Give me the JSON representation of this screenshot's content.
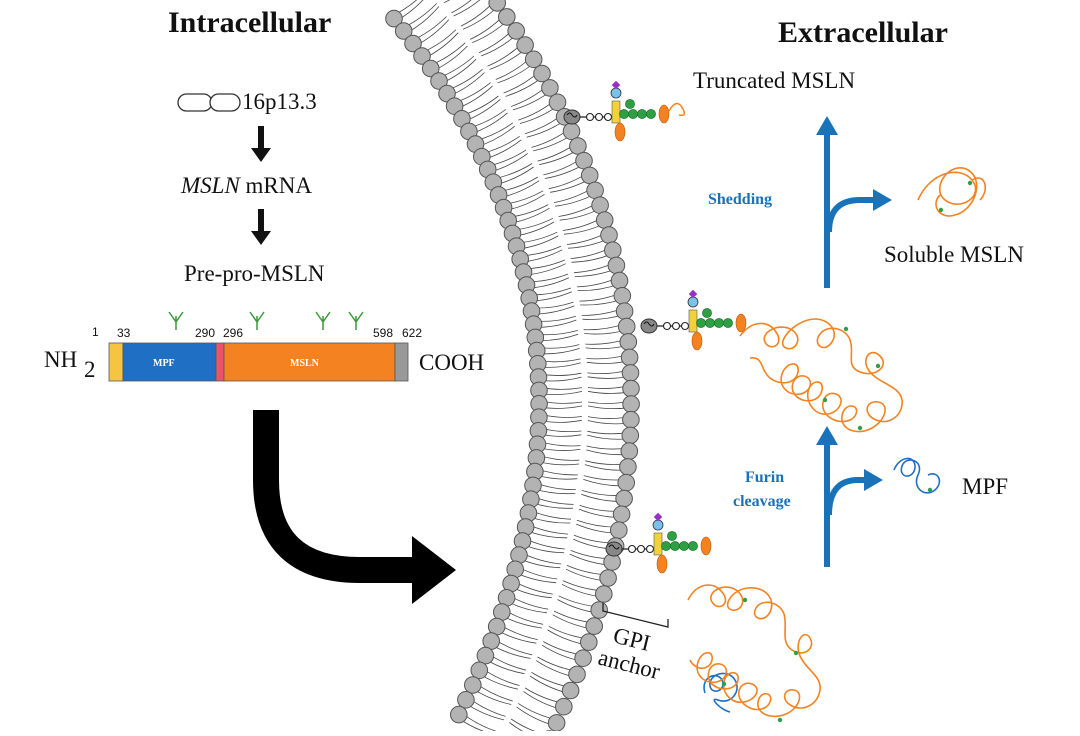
{
  "headings": {
    "left": "Intracellular",
    "right": "Extracellular"
  },
  "pathway": {
    "gene_locus": "16p13.3",
    "mrna_italic": "MSLN",
    "mrna_rest": " mRNA",
    "precursor": "Pre-pro-MSLN"
  },
  "protein": {
    "n_term": "NH",
    "n_term_sub": "2",
    "c_term": "COOH",
    "positions": {
      "p1": "1",
      "p33": "33",
      "p290": "290",
      "p296": "296",
      "p598": "598",
      "p622": "622"
    },
    "segments": {
      "mpf": "MPF",
      "msln": "MSLN"
    }
  },
  "labels": {
    "truncated": "Truncated MSLN",
    "shedding": "Shedding",
    "soluble": "Soluble MSLN",
    "furin_line1": "Furin",
    "furin_line2": "cleavage",
    "mpf": "MPF",
    "gpi_line1": "GPI",
    "gpi_line2": "anchor"
  },
  "colors": {
    "signal_peptide": "#f5c542",
    "mpf_segment": "#1f6fc5",
    "furin_site": "#e8556b",
    "msln_segment": "#f58220",
    "gpi_tail": "#999999",
    "arrow_blue": "#1a73b8",
    "lipid_head": "#b3b3b3",
    "glycan_green": "#2ea043",
    "glycan_yellow": "#f2d13a",
    "glycan_purple": "#9b30c8",
    "glycan_lightblue": "#79c3e8"
  }
}
